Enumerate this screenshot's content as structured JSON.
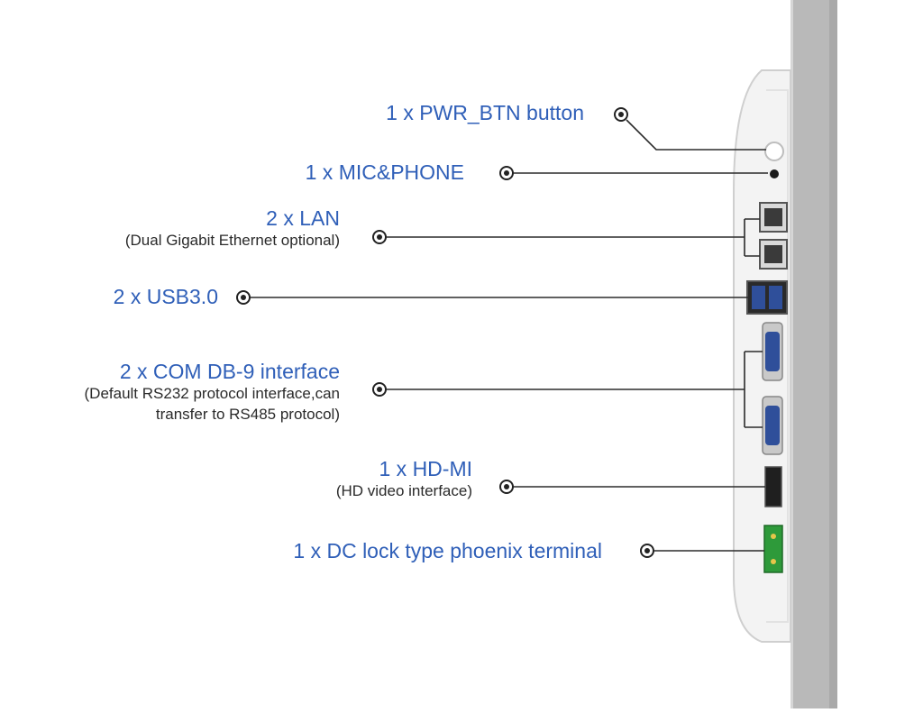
{
  "colors": {
    "accent": "#2f5fb8",
    "leader_line": "#2b2b2b",
    "panel_face": "#b9b9b9",
    "panel_shade": "#8e8e8e",
    "housing": "#f3f3f3",
    "housing_edge": "#cfcfcf",
    "terminal_green": "#2e9a3a",
    "port_blue": "#2f4f9a"
  },
  "callouts": [
    {
      "title": "1 x PWR_BTN button",
      "icon": "power-button-icon"
    },
    {
      "title": "1 x MIC&PHONE",
      "icon": "audio-jack-icon"
    },
    {
      "title": "2 x LAN",
      "subtitle": "(Dual Gigabit Ethernet optional)",
      "icon": "ethernet-port-icon"
    },
    {
      "title": "2 x USB3.0",
      "icon": "usb-port-icon"
    },
    {
      "title": "2 x COM DB-9 interface",
      "subtitle": "(Default RS232 protocol interface,can",
      "subtitle2": "transfer to RS485 protocol)",
      "icon": "db9-port-icon"
    },
    {
      "title": "1 x HD-MI",
      "subtitle": "(HD video interface)",
      "icon": "hdmi-port-icon"
    },
    {
      "title": "1 x DC lock type phoenix terminal",
      "icon": "phoenix-terminal-icon"
    }
  ]
}
